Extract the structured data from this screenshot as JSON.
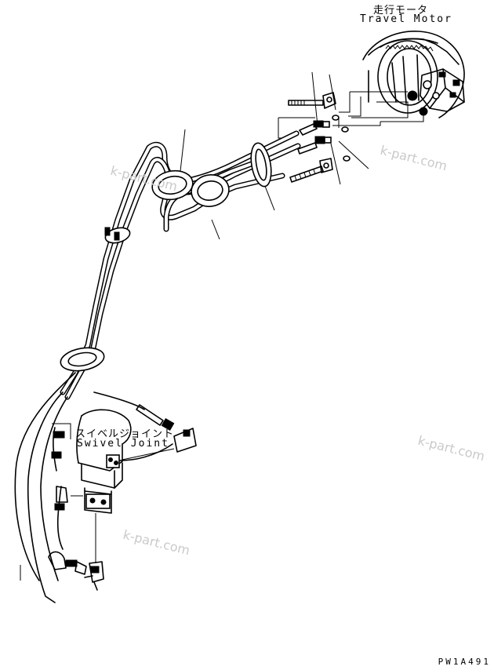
{
  "labels": {
    "travel_motor_jp": "走行モータ",
    "travel_motor_en": "Travel Motor",
    "swivel_joint_jp": "スイベルジョイント",
    "swivel_joint_en": "Swivel Joint"
  },
  "watermark": "k-part.com",
  "drawing_code": "PW1A491"
}
